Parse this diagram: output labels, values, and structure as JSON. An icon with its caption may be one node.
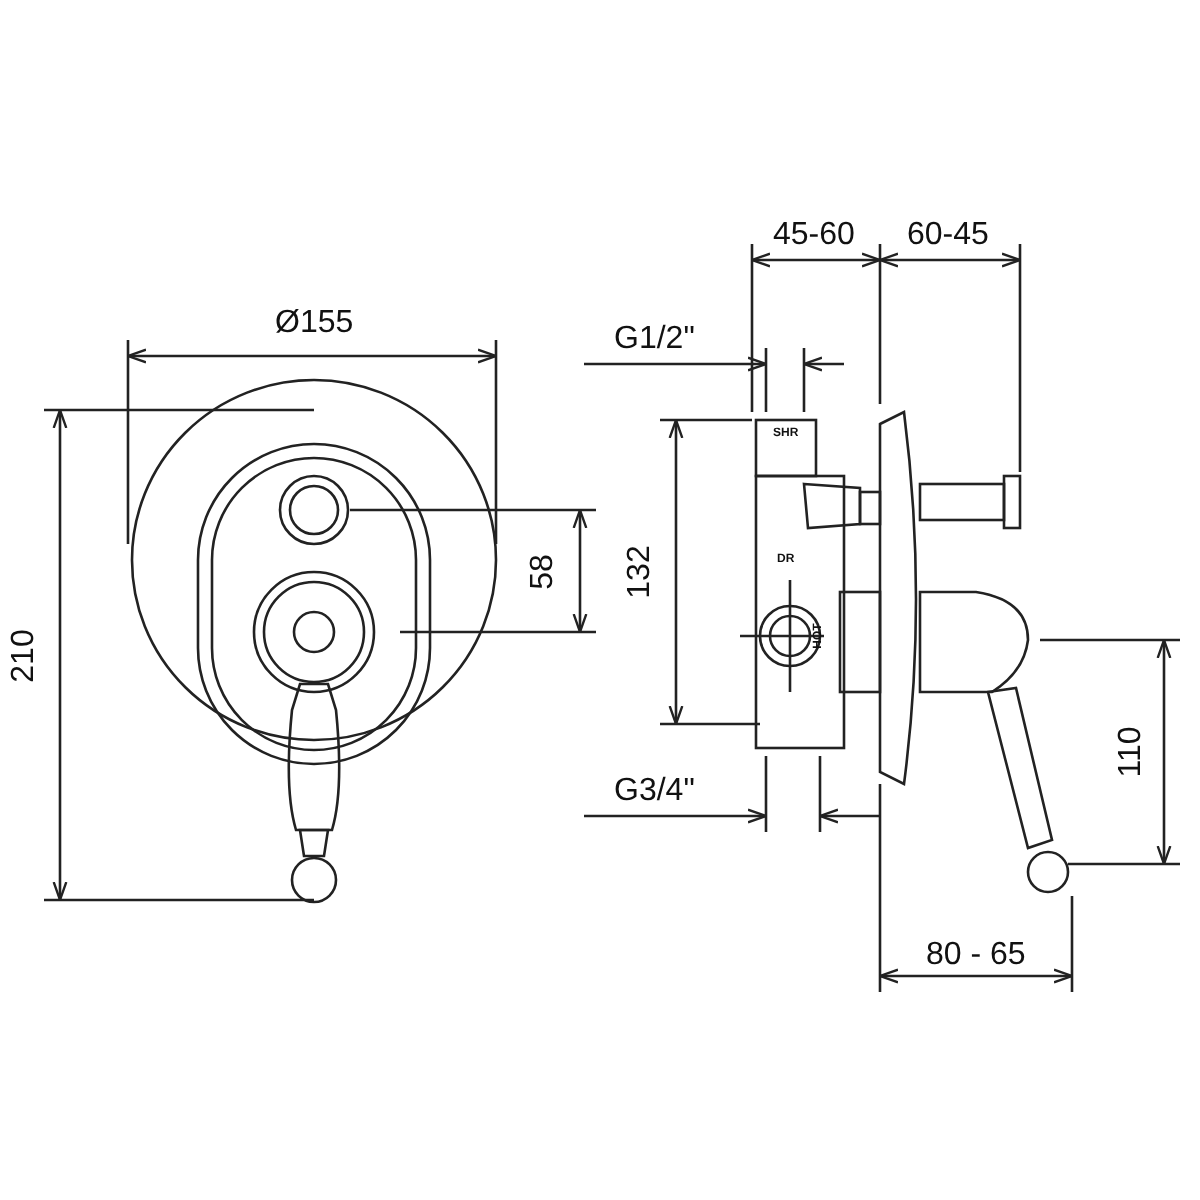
{
  "diagram": {
    "labels": [
      "45-60",
      "60-45",
      "Ø155",
      "G1/2\"",
      "SHR",
      "132",
      "210",
      "58",
      "DR",
      "HOT",
      "110",
      "G3/4\"",
      "80 - 65"
    ]
  }
}
